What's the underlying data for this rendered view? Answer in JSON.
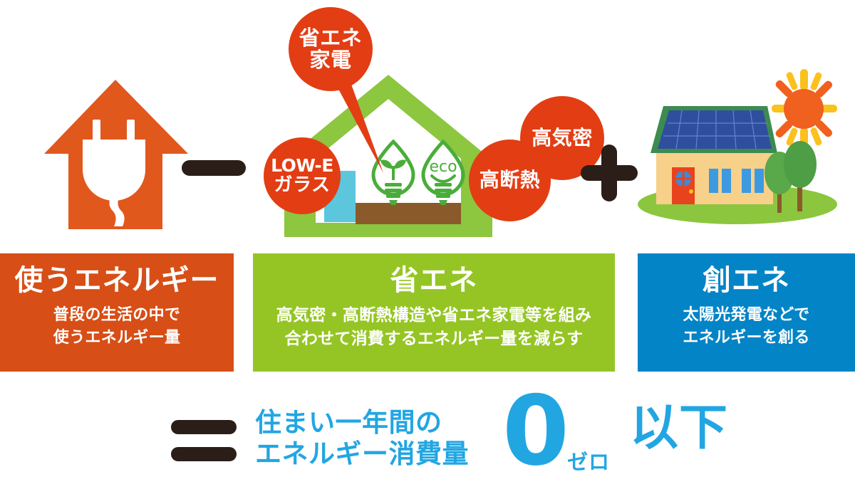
{
  "meta": {
    "topic": "ZEH net zero energy house concept diagram",
    "colors": {
      "orange_panel": "#d74e16",
      "green_panel": "#95c524",
      "blue_panel": "#0284c6",
      "badge_red": "#e33d14",
      "house_green": "#8dc63f",
      "glass_cyan": "#5cc6dd",
      "operator_dark": "#2b1d17",
      "accent_blue": "#22a6e2",
      "sun_orange": "#f0601e",
      "sun_yellow": "#fbc11c",
      "floor_brown": "#8a5a2b"
    }
  },
  "operators": {
    "minus": "−",
    "plus": "+",
    "equals": "="
  },
  "illustrations": {
    "use_house": {
      "name": "orange house with power plug",
      "house_color": "#e1581d",
      "plug_color": "#ffffff"
    },
    "eco_house": {
      "name": "green eco house cross section",
      "outline_color": "#8dc63f",
      "glass_color": "#5cc6dd",
      "floor_color": "#8a5a2b",
      "bulbs": [
        {
          "label": "",
          "symbol": "sprout"
        },
        {
          "label": "eco",
          "symbol": "smile"
        }
      ]
    },
    "solar_house": {
      "name": "house with rooftop solar panels and sun",
      "wall_color": "#f7d08a",
      "roof_color": "#3d8b50",
      "panel_color": "#2f4f9e",
      "door_color": "#e8431f",
      "grass_color": "#8cc63e",
      "sun_core_color": "#f0601e"
    }
  },
  "badges": [
    {
      "id": "shouene-kaden",
      "lines": [
        "省エネ",
        "家電"
      ]
    },
    {
      "id": "low-e-glass",
      "lines": [
        "LOW-E",
        "ガラス"
      ]
    },
    {
      "id": "kouki-mitsu",
      "lines": [
        "高気密"
      ]
    },
    {
      "id": "koudan-netsu",
      "lines": [
        "高断熱"
      ]
    }
  ],
  "panels": [
    {
      "id": "use-energy",
      "title": "使うエネルギー",
      "lines": [
        "普段の生活の中で",
        "使うエネルギー量"
      ],
      "color": "#d74e16"
    },
    {
      "id": "save-energy",
      "title": "省エネ",
      "lines": [
        "高気密・高断熱構造や省エネ家電等を組み",
        "合わせて消費するエネルギー量を減らす"
      ],
      "color": "#95c524"
    },
    {
      "id": "generate-energy",
      "title": "創エネ",
      "lines": [
        "太陽光発電などで",
        "エネルギーを創る"
      ],
      "color": "#0284c6"
    }
  ],
  "equation": {
    "line1": "住まい一年間の",
    "line2": "エネルギー消費量",
    "zero": "0",
    "zero_ruby": "ゼロ",
    "suffix": "以下"
  }
}
